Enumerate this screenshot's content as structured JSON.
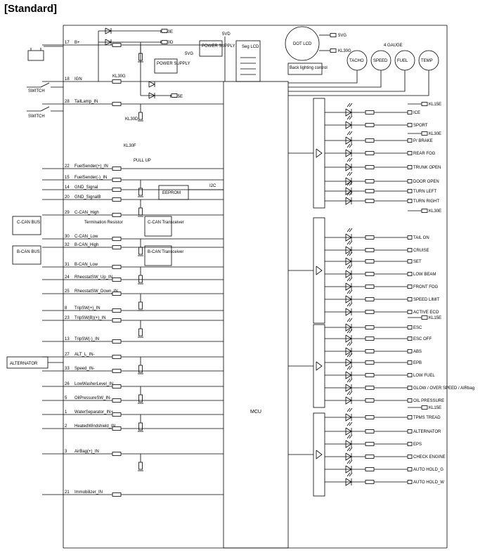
{
  "title": "[Standard]",
  "left_pins": [
    {
      "num": "17",
      "label": "B+"
    },
    {
      "num": "18",
      "label": "IGN"
    },
    {
      "num": "28",
      "label": "TailLamp_IN"
    },
    {
      "num": "22",
      "label": "FuelSender(+)_IN"
    },
    {
      "num": "15",
      "label": "FuelSender(-)_IN"
    },
    {
      "num": "14",
      "label": "GND_Signal"
    },
    {
      "num": "20",
      "label": "GND_SignalB"
    },
    {
      "num": "29",
      "label": "C-CAN_High"
    },
    {
      "num": "30",
      "label": "C-CAN_Low"
    },
    {
      "num": "32",
      "label": "B-CAN_High"
    },
    {
      "num": "31",
      "label": "B-CAN_Low"
    },
    {
      "num": "24",
      "label": "RheostatSW_Up_IN"
    },
    {
      "num": "25",
      "label": "RheostatSW_Down_IN"
    },
    {
      "num": "8",
      "label": "TripSW(+)_IN"
    },
    {
      "num": "23",
      "label": "TripSW(B)(+)_IN"
    },
    {
      "num": "13",
      "label": "TripSW(-)_IN"
    },
    {
      "num": "27",
      "label": "ALT_L_IN-"
    },
    {
      "num": "33",
      "label": "Speed_IN-"
    },
    {
      "num": "26",
      "label": "LowWasherLevel_IN"
    },
    {
      "num": "5",
      "label": "OilPressureSW_IN-"
    },
    {
      "num": "1",
      "label": "WaterSeparator_IN+"
    },
    {
      "num": "2",
      "label": "HeatedWindshield_IN"
    },
    {
      "num": "3",
      "label": "AirBag(+)_IN"
    },
    {
      "num": "21",
      "label": "Immobilizer_IN"
    }
  ],
  "blocks": {
    "switch1": "SWITCH",
    "switch2": "SWITCH",
    "power1": "POWER SUPPLY",
    "power2": "POWER SUPPLY",
    "seg_lcd": "Seg LCD",
    "dot_lcd": "DOT LCD",
    "backlight": "Back lighting control",
    "eeprom": "EEPROM",
    "i2c": "I2C",
    "ccan_bus": "C-CAN BUS",
    "bcan_bus": "B-CAN BUS",
    "termination": "Termination Resistor",
    "ccan_trx": "C-CAN Transceiver",
    "bcan_trx": "B-CAN Transceiver",
    "alternator": "ALTERNATOR",
    "mcu": "MCU",
    "pull_up": "PULL UP",
    "gauge_title": "4 GAUGE"
  },
  "nets": {
    "kl30e": "KL30E",
    "kl30d": "KL30D",
    "kl30g": "KL30G",
    "kl15e": "KL15E",
    "kl30f": "KL30F",
    "v5vd": "5VD",
    "v5vg": "5VG",
    "r_label": "5VG",
    "dc_label": "5VG"
  },
  "gauges": [
    "TACHO",
    "SPEED",
    "FUEL",
    "TEMP"
  ],
  "right_groups": [
    {
      "net": "KL15E",
      "items": [
        "ICE",
        "SPORT"
      ]
    },
    {
      "net": "KL30E",
      "items": [
        "P/ BRAKE",
        "REAR FOG",
        "TRUNK OPEN",
        "DOOR OPEN",
        "TURN LEFT",
        "TURN RIGHT"
      ]
    },
    {
      "net": "KL30E",
      "items": [
        "TAIL ON",
        "CRUISE",
        "SET",
        "LOW BEAM",
        "FRONT FOG",
        "SPEED LIMIT",
        "ACTIVE ECO"
      ]
    },
    {
      "net": "KL15E",
      "items": [
        "ESC",
        "ESC OFF",
        "ABS",
        "EPB",
        "LOW FUEL",
        "GLOW / OVER SPEED / AIRbag",
        "OIL PRESSURE"
      ]
    },
    {
      "net": "KL15E",
      "items": [
        "TPMS TREAD",
        "ALTERNATOR",
        "EPS",
        "CHECK ENGINE",
        "AUTO HOLD_G",
        "AUTO HOLD_W"
      ]
    }
  ],
  "colors": {
    "led_yellow": "#f0b000",
    "led_green": "#30a030",
    "led_red": "#e02020",
    "led_black": "#000000"
  }
}
